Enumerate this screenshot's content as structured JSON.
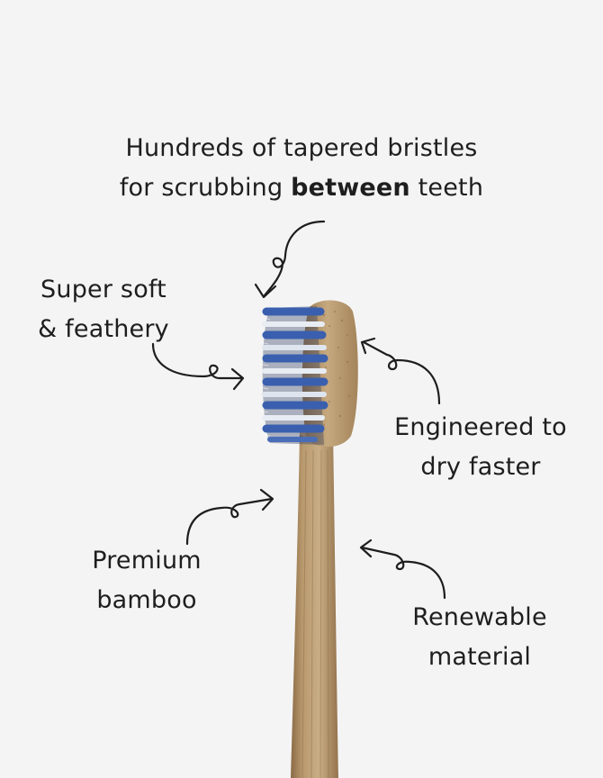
{
  "callouts": {
    "bristles": {
      "line1": "Hundreds of tapered bristles",
      "line2_pre": "for scrubbing ",
      "line2_bold": "between",
      "line2_post": " teeth"
    },
    "soft": {
      "line1": "Super soft",
      "line2": "& feathery"
    },
    "dry": {
      "line1": "Engineered to",
      "line2": "dry faster"
    },
    "bamboo": {
      "line1": "Premium",
      "line2": "bamboo"
    },
    "renewable": {
      "line1": "Renewable",
      "line2": "material"
    }
  },
  "colors": {
    "background": "#f4f4f4",
    "text": "#1e1e1e",
    "bamboo": "#b08f64",
    "bristle_blue": "#3a5fae",
    "bristle_white": "#e8ecf3"
  },
  "icons": [
    "curly-arrow-icon"
  ]
}
